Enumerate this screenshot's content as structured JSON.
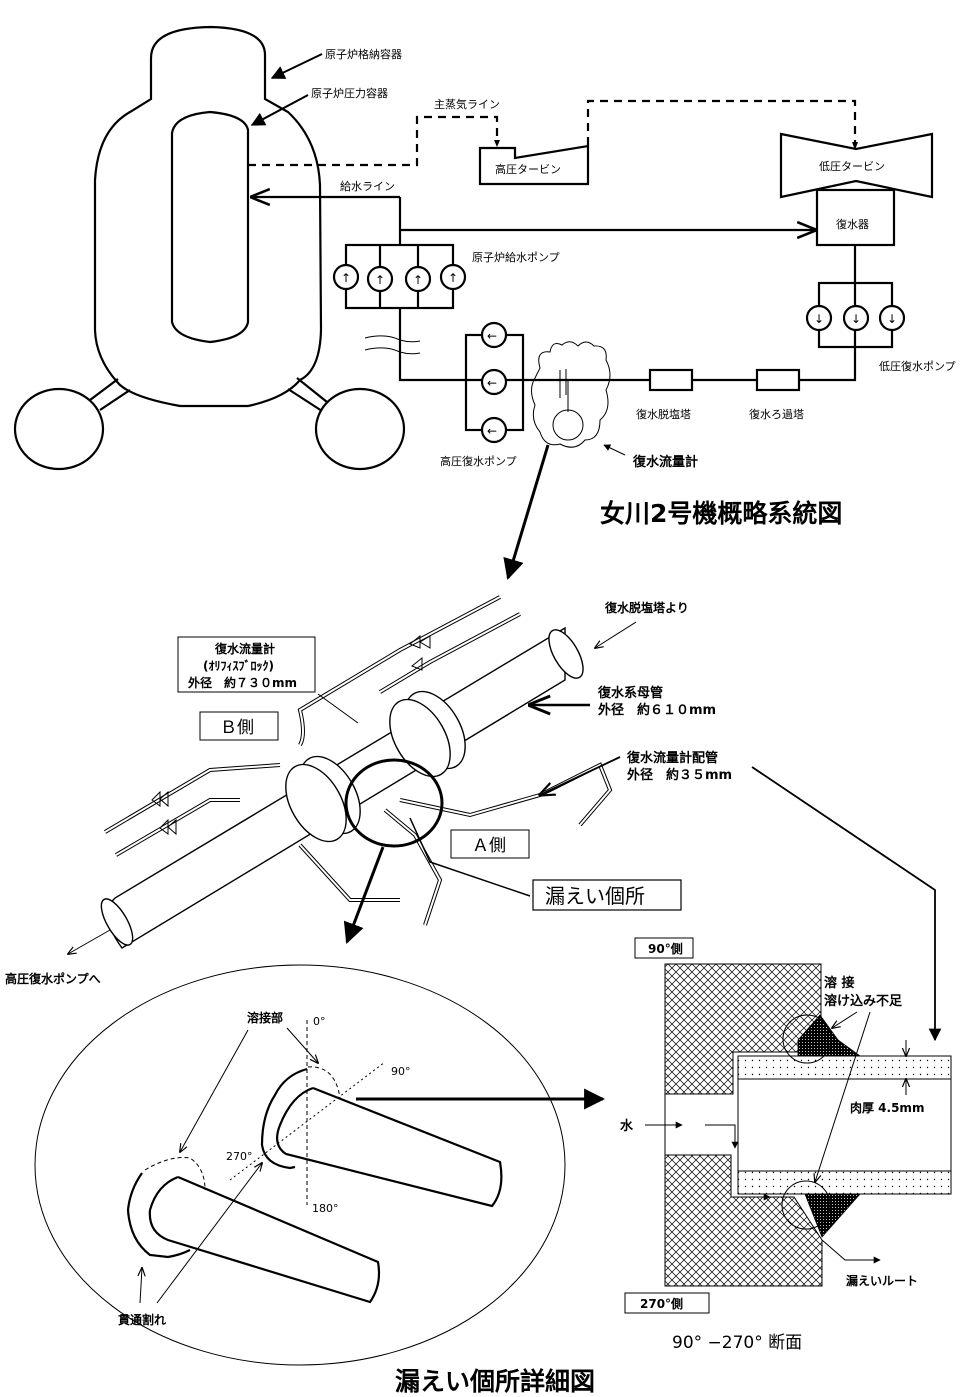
{
  "system_diagram": {
    "title": "女川2号機概略系統図",
    "labels": {
      "containment_vessel": "原子炉格納容器",
      "pressure_vessel": "原子炉圧力容器",
      "main_steam_line": "主蒸気ライン",
      "hp_turbine": "高圧タービン",
      "lp_turbine": "低圧タービン",
      "condenser": "復水器",
      "feedwater_line": "給水ライン",
      "reactor_feedwater_pump": "原子炉給水ポンプ",
      "lp_condensate_pump": "低圧復水ポンプ",
      "condensate_demineralizer": "復水脱塩塔",
      "condensate_filter": "復水ろ過塔",
      "hp_condensate_pump": "高圧復水ポンプ",
      "condensate_flowmeter": "復水流量計"
    },
    "pump_glyphs": {
      "up": "↑",
      "down": "↓",
      "left": "←"
    }
  },
  "piping_view": {
    "from_demineralizer": "復水脱塩塔より",
    "flowmeter_box": {
      "line1": "復水流量計",
      "line2": "(ｵﾘﾌｨｽﾌﾞﾛｯｸ)",
      "line3": "外径　約７３０mm"
    },
    "side_b": "Ｂ側",
    "side_a": "Ａ側",
    "main_pipe": {
      "line1": "復水系母管",
      "line2": "外径　約６１０mm"
    },
    "flowmeter_pipe": {
      "line1": "復水流量計配管",
      "line2": "外径　約３５mm"
    },
    "leak_location": "漏えい個所",
    "to_hp_pump": "高圧復水ポンプへ"
  },
  "detail_view": {
    "title": "漏えい個所詳細図",
    "weld_part": "溶接部",
    "through_crack": "貫通割れ",
    "angles": {
      "a0": "0°",
      "a90": "90°",
      "a180": "180°",
      "a270": "270°"
    }
  },
  "section_view": {
    "side_90": "90°側",
    "side_270": "270°側",
    "weld": "溶 接",
    "incomplete_fusion": "溶け込み不足",
    "water": "水",
    "wall_thickness": "肉厚 4.5mm",
    "leak_route": "漏えいルート",
    "caption": "90° −270° 断面"
  }
}
